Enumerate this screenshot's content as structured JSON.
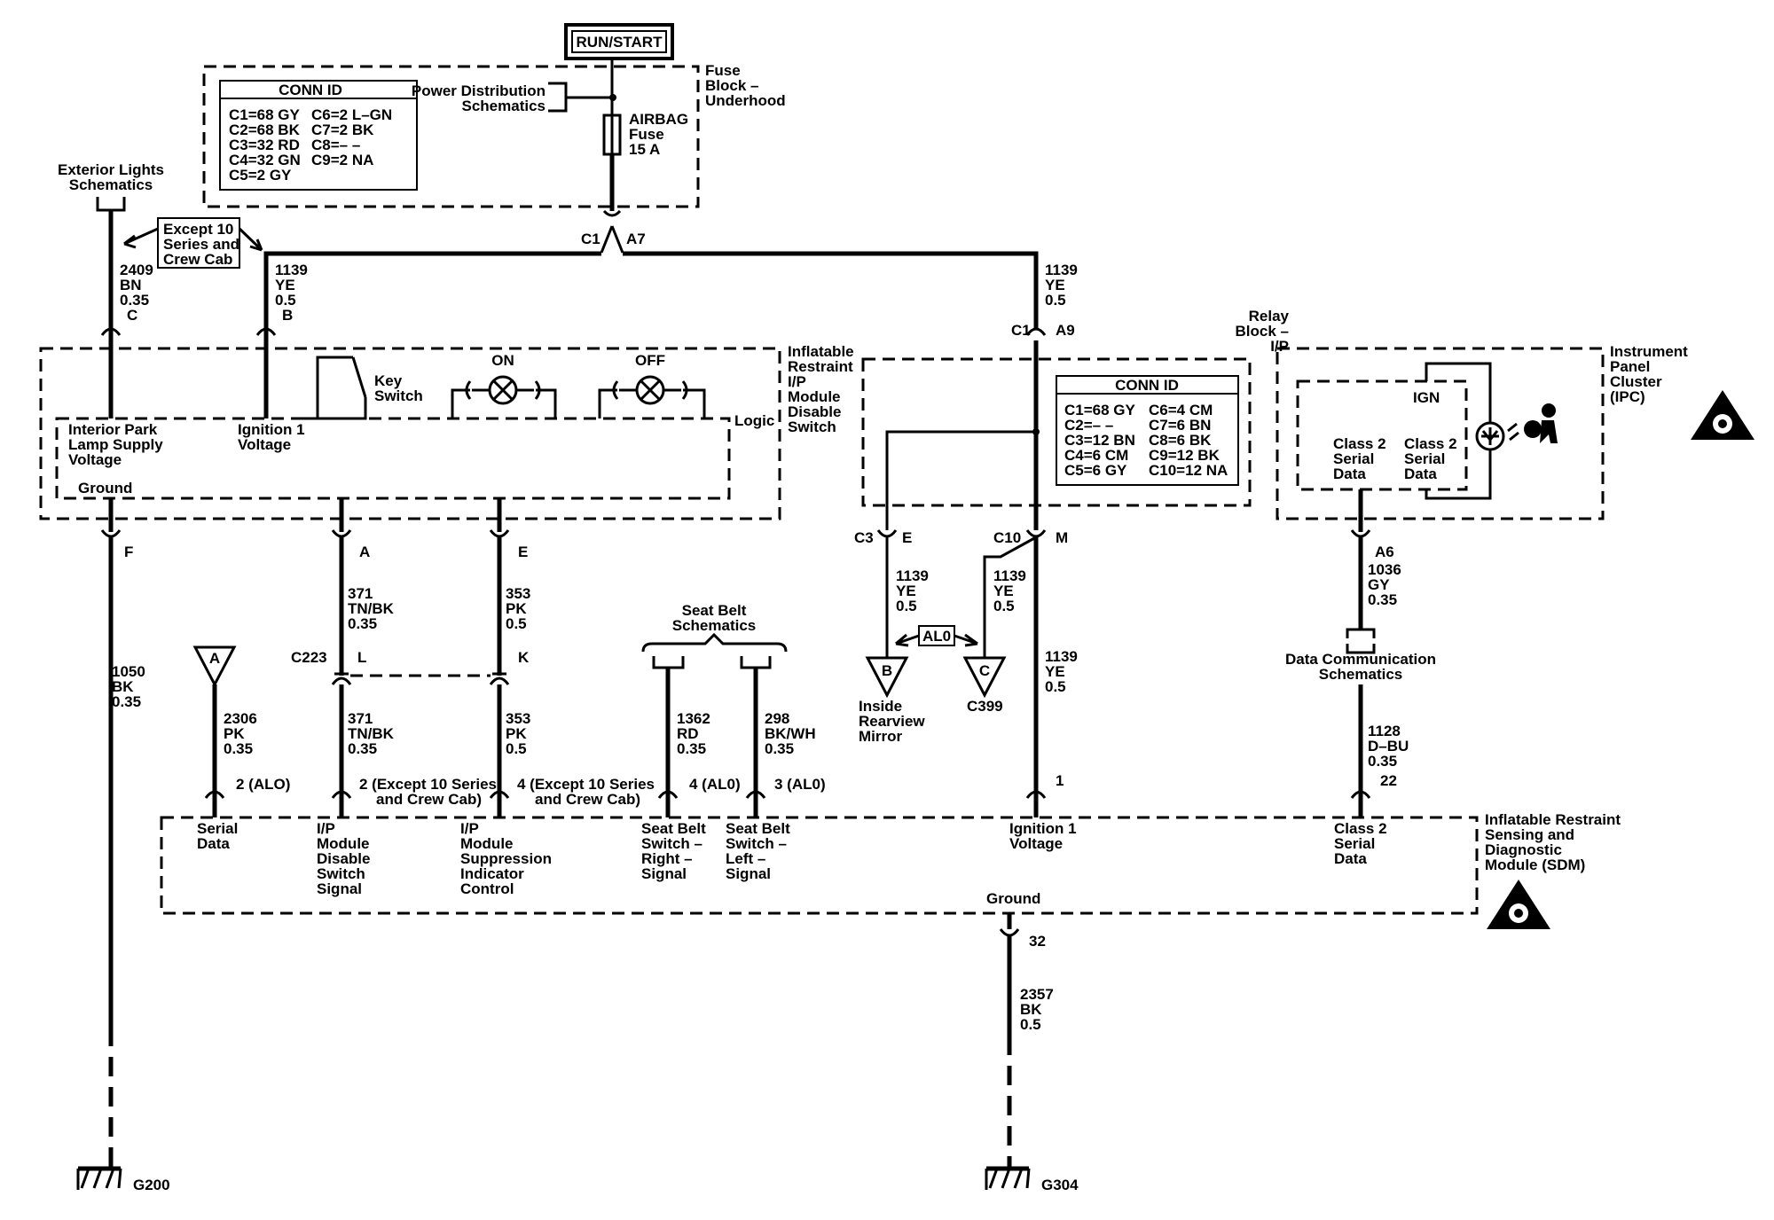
{
  "run_start": "RUN/START",
  "fuse_block": {
    "label_1": "Fuse",
    "label_2": "Block –",
    "label_3": "Underhood",
    "conn_title": "CONN ID",
    "conn_rows": [
      [
        "C1=68 GY",
        "C6=2 L–GN"
      ],
      [
        "C2=68 BK",
        "C7=2 BK"
      ],
      [
        "C3=32 RD",
        "C8=– –"
      ],
      [
        "C4=32 GN",
        "C9=2 NA"
      ],
      [
        "C5=2 GY",
        ""
      ]
    ],
    "power_dist_1": "Power Distribution",
    "power_dist_2": "Schematics",
    "fuse_1": "AIRBAG",
    "fuse_2": "Fuse",
    "fuse_3": "15 A",
    "conn_left": "C1",
    "conn_right": "A7"
  },
  "exterior_lights_1": "Exterior Lights",
  "exterior_lights_2": "Schematics",
  "except_note_1": "Except 10",
  "except_note_2": "Series and",
  "except_note_3": "Crew Cab",
  "wire_2409": [
    "2409",
    "BN",
    "0.35"
  ],
  "pin_c": "C",
  "wire_1139_b": [
    "1139",
    "YE",
    "0.5"
  ],
  "pin_b": "B",
  "wire_1139_r": [
    "1139",
    "YE",
    "0.5"
  ],
  "relay_block": {
    "label_1": "Relay",
    "label_2": "Block –",
    "label_3": "I/P",
    "c1": "C1",
    "a9": "A9",
    "conn_title": "CONN ID",
    "conn_rows": [
      [
        "C1=68 GY",
        "C6=4 CM"
      ],
      [
        "C2=– –",
        "C7=6 BN"
      ],
      [
        "C3=12 BN",
        "C8=6 BK"
      ],
      [
        "C4=6 CM",
        "C9=12 BK"
      ],
      [
        "C5=6 GY",
        "C10=12 NA"
      ]
    ],
    "c3": "C3",
    "e": "E",
    "c10": "C10",
    "m": "M"
  },
  "ipmd_switch": {
    "label_1": "Inflatable",
    "label_2": "Restraint",
    "label_3": "I/P",
    "label_4": "Module",
    "label_5": "Disable",
    "label_6": "Switch",
    "key_1": "Key",
    "key_2": "Switch",
    "on": "ON",
    "off": "OFF",
    "logic": "Logic",
    "interior_1": "Interior Park",
    "interior_2": "Lamp Supply",
    "interior_3": "Voltage",
    "ign_1": "Ignition 1",
    "ign_2": "Voltage",
    "ground": "Ground",
    "pin_f": "F",
    "pin_a": "A",
    "pin_e": "E"
  },
  "ipc": {
    "label_1": "Instrument",
    "label_2": "Panel",
    "label_3": "Cluster",
    "label_4": "(IPC)",
    "ign": "IGN",
    "class2_a": [
      "Class 2",
      "Serial",
      "Data"
    ],
    "class2_b": [
      "Class 2",
      "Serial",
      "Data"
    ],
    "pin_a6": "A6"
  },
  "wire_1036": [
    "1036",
    "GY",
    "0.35"
  ],
  "data_comm_1": "Data Communication",
  "data_comm_2": "Schematics",
  "wire_1128": [
    "1128",
    "D–BU",
    "0.35"
  ],
  "pin_22": "22",
  "wire_1050": [
    "1050",
    "BK",
    "0.35"
  ],
  "wire_371_top": [
    "371",
    "TN/BK",
    "0.35"
  ],
  "wire_353_top": [
    "353",
    "PK",
    "0.5"
  ],
  "c223": "C223",
  "pin_l": "L",
  "pin_k": "K",
  "wire_371_bot": [
    "371",
    "TN/BK",
    "0.35"
  ],
  "wire_353_bot": [
    "353",
    "PK",
    "0.5"
  ],
  "pin_2_except_1": "2 (Except 10 Series",
  "pin_2_except_2": "and Crew Cab)",
  "pin_4_except_1": "4 (Except 10 Series",
  "pin_4_except_2": "and Crew Cab)",
  "offpage_a": "A",
  "wire_2306": [
    "2306",
    "PK",
    "0.35"
  ],
  "pin_2_alo": "2 (ALO)",
  "seatbelt_sch_1": "Seat Belt",
  "seatbelt_sch_2": "Schematics",
  "wire_1362": [
    "1362",
    "RD",
    "0.35"
  ],
  "wire_298": [
    "298",
    "BK/WH",
    "0.35"
  ],
  "pin_4_alo": "4 (AL0)",
  "pin_3_alo": "3 (AL0)",
  "wire_1139_e": [
    "1139",
    "YE",
    "0.5"
  ],
  "wire_1139_m": [
    "1139",
    "YE",
    "0.5"
  ],
  "alo_tag": "AL0",
  "offpage_b": "B",
  "offpage_c": "C",
  "mirror_1": "Inside",
  "mirror_2": "Rearview",
  "mirror_3": "Mirror",
  "c399": "C399",
  "wire_1139_low": [
    "1139",
    "YE",
    "0.5"
  ],
  "pin_1": "1",
  "sdm": {
    "label_1": "Inflatable Restraint",
    "label_2": "Sensing and",
    "label_3": "Diagnostic",
    "label_4": "Module (SDM)",
    "serial": [
      "Serial",
      "Data"
    ],
    "ipmd": [
      "I/P",
      "Module",
      "Disable",
      "Switch",
      "Signal"
    ],
    "ipms": [
      "I/P",
      "Module",
      "Suppression",
      "Indicator",
      "Control"
    ],
    "sbr": [
      "Seat Belt",
      "Switch –",
      "Right –",
      "Signal"
    ],
    "sbl": [
      "Seat Belt",
      "Switch –",
      "Left –",
      "Signal"
    ],
    "ign": [
      "Ignition 1",
      "Voltage"
    ],
    "class2": [
      "Class 2",
      "Serial",
      "Data"
    ],
    "ground": "Ground",
    "pin_32": "32"
  },
  "wire_2357": [
    "2357",
    "BK",
    "0.5"
  ],
  "g200": "G200",
  "g304": "G304"
}
